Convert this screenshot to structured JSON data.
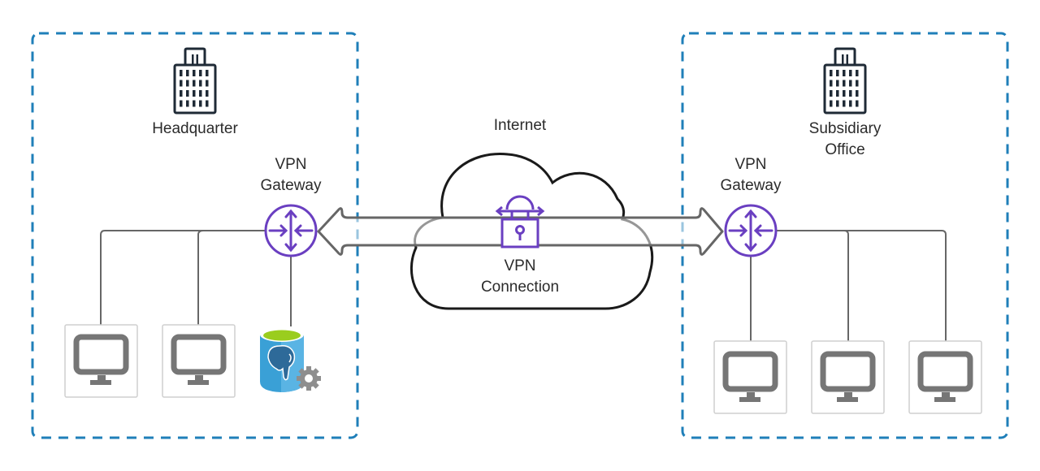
{
  "title": "Site-to-site VPN network diagram",
  "colors": {
    "site_border": "#1f7fb9",
    "vpn_purple": "#6a3fc1",
    "line_gray": "#666666",
    "monitor_gray": "#767676",
    "building_dark": "#1f2a36",
    "db_blue": "#3aa0d6",
    "db_green": "#9acd1e"
  },
  "sites": [
    {
      "id": "headquarter",
      "label": "Headquarter",
      "gateway_label": [
        "VPN",
        "Gateway"
      ],
      "devices": [
        {
          "type": "computer",
          "icon": "monitor-icon"
        },
        {
          "type": "computer",
          "icon": "monitor-icon"
        },
        {
          "type": "database",
          "icon": "postgresql-database-icon"
        }
      ]
    },
    {
      "id": "subsidiary",
      "label": [
        "Subsidiary",
        "Office"
      ],
      "gateway_label": [
        "VPN",
        "Gateway"
      ],
      "devices": [
        {
          "type": "computer",
          "icon": "monitor-icon"
        },
        {
          "type": "computer",
          "icon": "monitor-icon"
        },
        {
          "type": "computer",
          "icon": "monitor-icon"
        }
      ]
    }
  ],
  "internet": {
    "label": "Internet",
    "connection_label": [
      "VPN",
      "Connection"
    ],
    "connection_icon": "vpn-lock-icon"
  }
}
